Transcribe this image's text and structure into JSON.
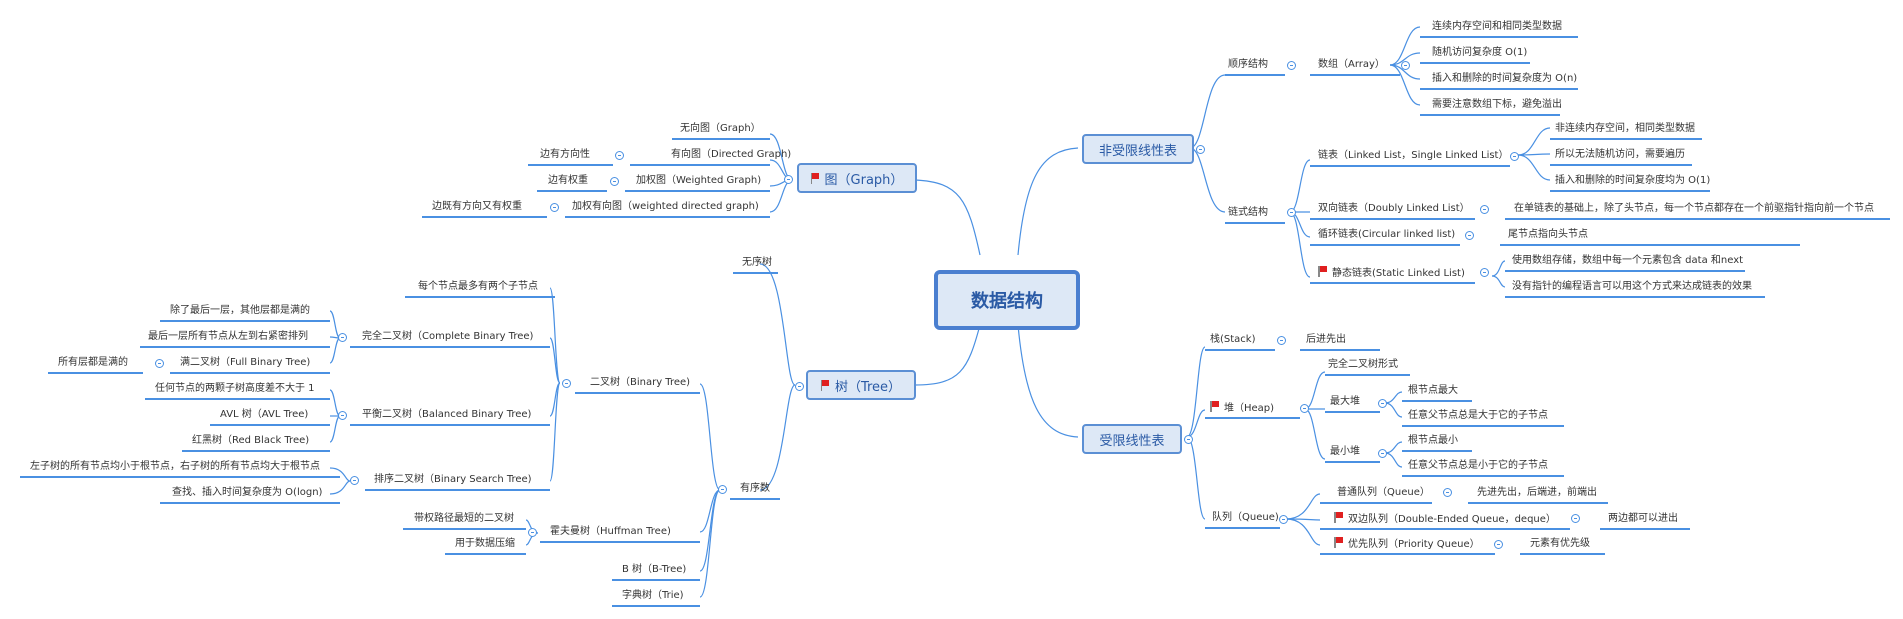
{
  "root": "数据结构",
  "topics": {
    "unbounded": "非受限线性表",
    "bounded": "受限线性表",
    "graph": "图（Graph）",
    "tree": "树（Tree）"
  },
  "unbounded": {
    "sequential": "顺序结构",
    "array": "数组（Array）",
    "array_items": [
      "连续内存空间和相同类型数据",
      "随机访问复杂度 O(1)",
      "插入和删除的时间复杂度为 O(n)",
      "需要注意数组下标，避免溢出"
    ],
    "linked": "链式结构",
    "linked_list": "链表（Linked List，Single Linked List）",
    "linked_list_items": [
      "非连续内存空间，相同类型数据",
      "所以无法随机访问，需要遍历",
      "插入和删除的时间复杂度均为 O(1)"
    ],
    "doubly": "双向链表（Doubly Linked List）",
    "doubly_note": "在单链表的基础上，除了头节点，每一个节点都存在一个前驱指针指向前一个节点",
    "circular": "循环链表(Circular linked list)",
    "circular_note": "尾节点指向头节点",
    "static": "静态链表(Static Linked List)",
    "static_items": [
      "使用数组存储，数组中每一个元素包含 data 和next",
      "没有指针的编程语言可以用这个方式来达成链表的效果"
    ]
  },
  "bounded": {
    "stack": "栈(Stack)",
    "stack_note": "后进先出",
    "heap": "堆（Heap)",
    "heap_complete": "完全二叉树形式",
    "max_heap": "最大堆",
    "max_items": [
      "根节点最大",
      "任意父节点总是大于它的子节点"
    ],
    "min_heap": "最小堆",
    "min_items": [
      "根节点最小",
      "任意父节点总是小于它的子节点"
    ],
    "queue": "队列（Queue)",
    "normal_queue": "普通队列（Queue）",
    "normal_note": "先进先出，后端进，前端出",
    "deque": "双边队列（Double-Ended Queue，deque）",
    "deque_note": "两边都可以进出",
    "priority": "优先队列（Priority Queue）",
    "priority_note": "元素有优先级"
  },
  "graph": {
    "undirected": "无向图（Graph）",
    "directed": "有向图（Directed Graph)",
    "directed_note": "边有方向性",
    "weighted": "加权图（Weighted Graph)",
    "weighted_note": "边有权重",
    "wdg": "加权有向图（weighted directed graph)",
    "wdg_note": "边既有方向又有权重"
  },
  "tree": {
    "unordered": "无序树",
    "ordered": "有序数",
    "binary": "二叉树（Binary Tree)",
    "binary_note": "每个节点最多有两个子节点",
    "complete": "完全二叉树（Complete Binary Tree)",
    "complete_items": [
      "除了最后一层，其他层都是满的",
      "最后一层所有节点从左到右紧密排列"
    ],
    "full": "满二叉树（Full Binary Tree)",
    "full_note": "所有层都是满的",
    "balanced": "平衡二叉树（Balanced Binary Tree)",
    "balanced_items": [
      "任何节点的两颗子树高度差不大于 1",
      "AVL 树（AVL Tree)",
      "红黑树（Red Black Tree)"
    ],
    "bst": "排序二叉树（Binary Search Tree)",
    "bst_items": [
      "左子树的所有节点均小于根节点，右子树的所有节点均大于根节点",
      "查找、插入时间复杂度为 O(logn)"
    ],
    "huffman": "霍夫曼树（Huffman Tree)",
    "huffman_items": [
      "带权路径最短的二叉树",
      "用于数据压缩"
    ],
    "btree": "B 树（B-Tree)",
    "trie": "字典树（Trie)"
  },
  "colors": {
    "line": "#4a90e2",
    "box_border": "#5b8fd4",
    "box_fill": "#dde8f6",
    "text_blue": "#2a5aa5",
    "flag": "#e02020"
  },
  "flagged": [
    "graph",
    "tree",
    "heap",
    "static",
    "deque",
    "priority"
  ]
}
